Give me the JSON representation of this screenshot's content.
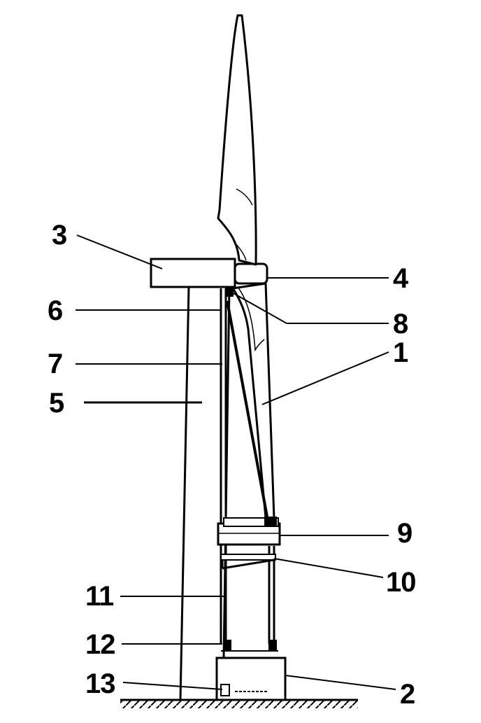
{
  "diagram": {
    "callouts": [
      {
        "id": "c1",
        "label": "1"
      },
      {
        "id": "c2",
        "label": "2"
      },
      {
        "id": "c3",
        "label": "3"
      },
      {
        "id": "c4",
        "label": "4"
      },
      {
        "id": "c5",
        "label": "5"
      },
      {
        "id": "c6",
        "label": "6"
      },
      {
        "id": "c7",
        "label": "7"
      },
      {
        "id": "c8",
        "label": "8"
      },
      {
        "id": "c9",
        "label": "9"
      },
      {
        "id": "c10",
        "label": "10"
      },
      {
        "id": "c11",
        "label": "11"
      },
      {
        "id": "c12",
        "label": "12"
      },
      {
        "id": "c13",
        "label": "13"
      }
    ],
    "colors": {
      "ink": "#000000",
      "background": "#ffffff"
    }
  }
}
